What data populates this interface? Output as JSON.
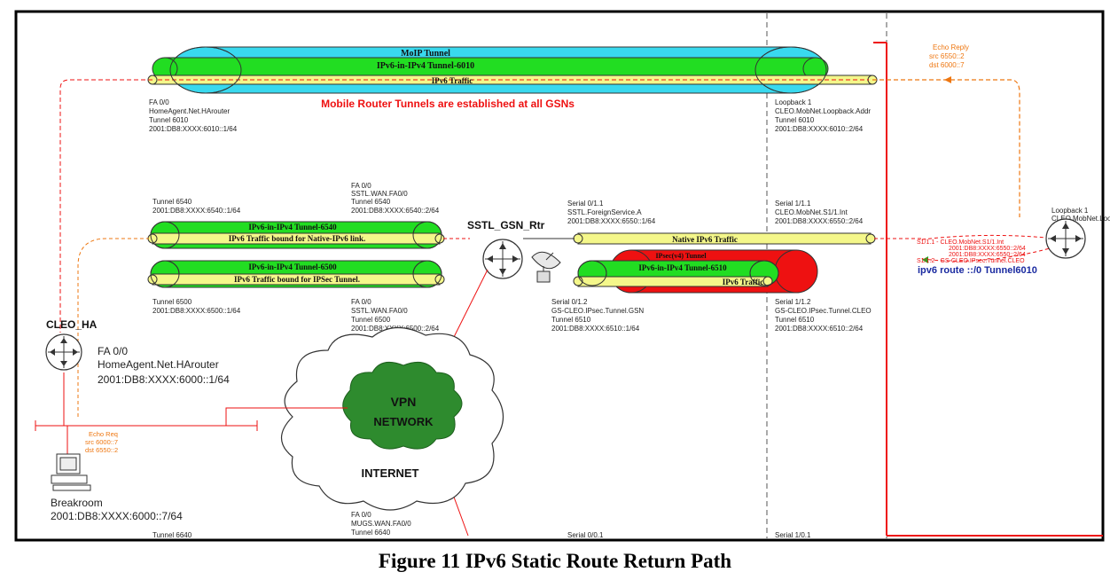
{
  "figure_caption": "Figure 11 IPv6 Static Route Return Path",
  "banner": "Mobile Router Tunnels are established at all GSNs",
  "top_tunnel": {
    "line1": "MoIP Tunnel",
    "line2": "IPv6-in-IPv4 Tunnel-6010",
    "line3": "IPv6 Traffic",
    "left_info": [
      "FA 0/0",
      "HomeAgent.Net.HArouter",
      "Tunnel 6010",
      "2001:DB8:XXXX:6010::1/64"
    ],
    "right_info": [
      "Loopback 1",
      "CLEO.MobNet.Loopback.Addr",
      "Tunnel 6010",
      "2001:DB8:XXXX:6010::2/64"
    ]
  },
  "tunnel_6540": {
    "line1": "IPv6-in-IPv4 Tunnel-6540",
    "line2": "IPv6 Traffic bound for Native-IPv6 link.",
    "left_info": [
      "Tunnel 6540",
      "2001:DB8:XXXX:6540::1/64"
    ],
    "right_info": [
      "FA 0/0",
      "SSTL.WAN.FA0/0",
      "Tunnel 6540",
      "2001:DB8:XXXX:6540::2/64"
    ]
  },
  "tunnel_6500": {
    "line1": "IPv6-in-IPv4 Tunnel-6500",
    "line2": "IPv6 Traffic bound for IPSec Tunnel.",
    "left_info": [
      "Tunnel 6500",
      "2001:DB8:XXXX:6500::1/64"
    ],
    "right_info": [
      "FA 0/0",
      "SSTL.WAN.FA0/0",
      "Tunnel 6500",
      "2001:DB8:XXXX:6500::2/64"
    ]
  },
  "native_link": {
    "label": "Native IPv6 Traffic",
    "left_info": [
      "Serial 0/1.1",
      "SSTL.ForeignService.A",
      "2001:DB8:XXXX:6550::1/64"
    ],
    "right_info": [
      "Serial 1/1.1",
      "CLEO.MobNet.S1/1.Int",
      "2001:DB8:XXXX:6550::2/64"
    ]
  },
  "tunnel_6510": {
    "line1": "IPsec(v4) Tunnel",
    "line2": "IPv6-in-IPv4 Tunnel-6510",
    "line3": "IPv6 Traffic",
    "left_info": [
      "Serial 0/1.2",
      "GS-CLEO.IPsec.Tunnel.GSN",
      "Tunnel 6510",
      "2001:DB8:XXXX:6510::1/64"
    ],
    "right_info": [
      "Serial 1/1.2",
      "GS-CLEO.IPsec.Tunnel.CLEO",
      "Tunnel 6510",
      "2001:DB8:XXXX:6510::2/64"
    ]
  },
  "sstl_router": "SSTL_GSN_Rtr",
  "cleo_ha": {
    "name": "CLEO_HA",
    "info": [
      "FA 0/0",
      "HomeAgent.Net.HArouter",
      "2001:DB8:XXXX:6000::1/64"
    ]
  },
  "breakroom": {
    "name": "Breakroom",
    "addr": "2001:DB8:XXXX:6000::7/64"
  },
  "mobile_router": {
    "info": [
      "Loopback 1",
      "CLEO.MobNet.Loopback"
    ]
  },
  "echo_reply": [
    "Echo Reply",
    "src 6550::2",
    "dst 6000::7"
  ],
  "echo_request": [
    "Echo Req",
    "src 6000::7",
    "dst 6550::2"
  ],
  "mobile_interfaces": [
    "S1/1.1 - CLEO.MobNet.S1/1.Int",
    "2001:DB8:XXXX:6550::2/64",
    "2001:DB8:XXXX:6550::2/64",
    "S1/1.2 - GS-CLEO.IPsec.Tunnel.CLEO"
  ],
  "ipv6_route": "ipv6 route ::/0 Tunnel6010",
  "cloud": {
    "vpn1": "VPN",
    "vpn2": "NETWORK",
    "internet": "INTERNET"
  },
  "bottom_labels": [
    "Tunnel 6640",
    "FA 0/0",
    "MUGS.WAN.FA0/0",
    "Tunnel 6640",
    "Serial 0/0.1",
    "Serial 1/0.1"
  ],
  "colors": {
    "cyan": "#39d9ee",
    "green": "#22dd22",
    "yellow": "#f4f78a",
    "red": "#ee1111",
    "blue": "#1a2aa0",
    "orange": "#ee7711",
    "cloud_green": "#2e8b2e"
  }
}
